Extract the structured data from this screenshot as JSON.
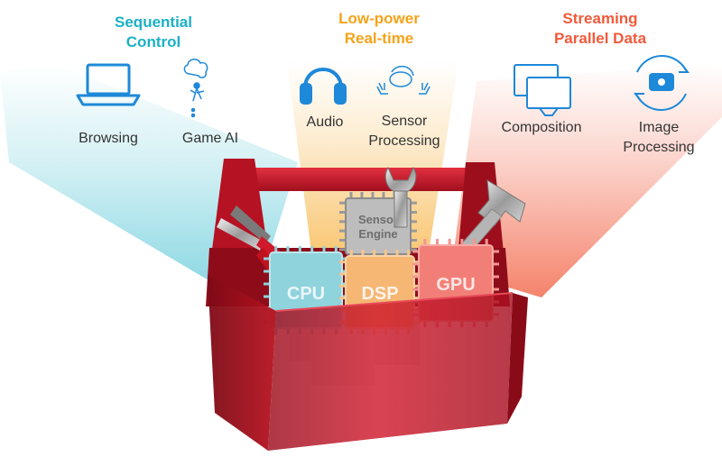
{
  "colors": {
    "teal": "#1ab1c7",
    "orange": "#f5a31a",
    "red_orange": "#f15a3a",
    "toolbox_red": "#c8102e",
    "icon_blue": "#1e88d9"
  },
  "categories": [
    {
      "title_lines": [
        "Sequential",
        "Control"
      ],
      "apps": [
        {
          "label_lines": [
            "Browsing"
          ],
          "icon": "laptop-icon"
        },
        {
          "label_lines": [
            "Game AI"
          ],
          "icon": "game-ai-icon"
        }
      ]
    },
    {
      "title_lines": [
        "Low-power",
        "Real-time"
      ],
      "apps": [
        {
          "label_lines": [
            "Audio"
          ],
          "icon": "headphones-icon"
        },
        {
          "label_lines": [
            "Sensor",
            "Processing"
          ],
          "icon": "sensor-hands-icon"
        }
      ]
    },
    {
      "title_lines": [
        "Streaming",
        "Parallel Data"
      ],
      "apps": [
        {
          "label_lines": [
            "Composition"
          ],
          "icon": "monitors-icon"
        },
        {
          "label_lines": [
            "Image",
            "Processing"
          ],
          "icon": "camera-icon"
        }
      ]
    }
  ],
  "chips": {
    "sensor_line1": "Sensor",
    "sensor_line2": "Engine",
    "cpu": "CPU",
    "dsp": "DSP",
    "gpu": "GPU"
  },
  "tools": [
    "pliers-icon",
    "wrench-icon",
    "hammer-icon"
  ]
}
